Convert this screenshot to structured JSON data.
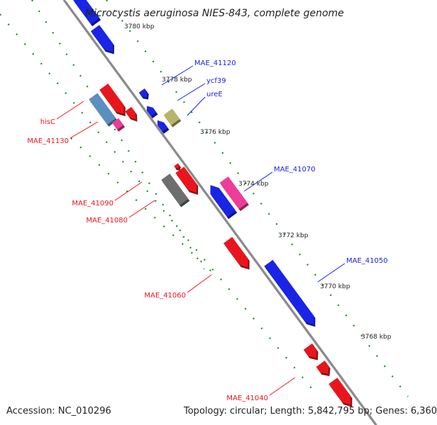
{
  "title": "Microcystis aeruginosa NIES-843, complete genome",
  "accession": "Accession: NC_010296",
  "summary": "Topology: circular; Length: 5,842,795 bp; Genes: 6,360",
  "colors": {
    "background": "#ffffff",
    "backbone": "#8a8a8a",
    "forward_gene": "#e8161c",
    "reverse_gene": "#1a24e6",
    "rna_gene": "#5b8fbf",
    "pseudo_gene": "#6e6e6e",
    "pink_gene": "#ee3c9a",
    "khaki_gene": "#b8b46c",
    "tick_line": "#1f8c1f",
    "label_forward": "#e8161c",
    "label_reverse": "#1a24e6"
  },
  "ticks": [
    {
      "label": "3780 kbp"
    },
    {
      "label": "3778 kbp"
    },
    {
      "label": "3776 kbp"
    },
    {
      "label": "3774 kbp"
    },
    {
      "label": "3772 kbp"
    },
    {
      "label": "3770 kbp"
    },
    {
      "label": "3768 kbp"
    }
  ],
  "gene_labels": [
    {
      "name": "MAE_41120",
      "strand": "reverse"
    },
    {
      "name": "ycf39",
      "strand": "reverse"
    },
    {
      "name": "ureE",
      "strand": "reverse"
    },
    {
      "name": "hisC",
      "strand": "forward"
    },
    {
      "name": "MAE_41130",
      "strand": "forward"
    },
    {
      "name": "MAE_41070",
      "strand": "reverse"
    },
    {
      "name": "MAE_41090",
      "strand": "forward"
    },
    {
      "name": "MAE_41080",
      "strand": "forward"
    },
    {
      "name": "MAE_41050",
      "strand": "reverse"
    },
    {
      "name": "MAE_41060",
      "strand": "forward"
    },
    {
      "name": "MAE_41040",
      "strand": "forward"
    }
  ]
}
